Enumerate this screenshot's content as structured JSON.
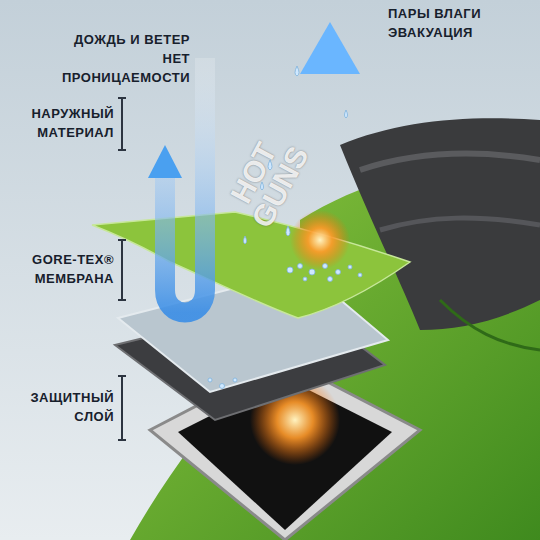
{
  "diagram": {
    "labels": [
      "ДОЖДЬ И ВЕТЕР НЕТ ПРОНИЦАЕМОСТИ",
      "ПАРЫ ВЛАГИ ЭВАКУАЦИЯ",
      "НАРУЖНЫЙ МАТЕРИАЛ",
      "GORE-TEX® МЕМБРАНА",
      "ЗАЩИТНЫЙ СЛОЙ",
      "HOT GUNS"
    ]
  }
}
